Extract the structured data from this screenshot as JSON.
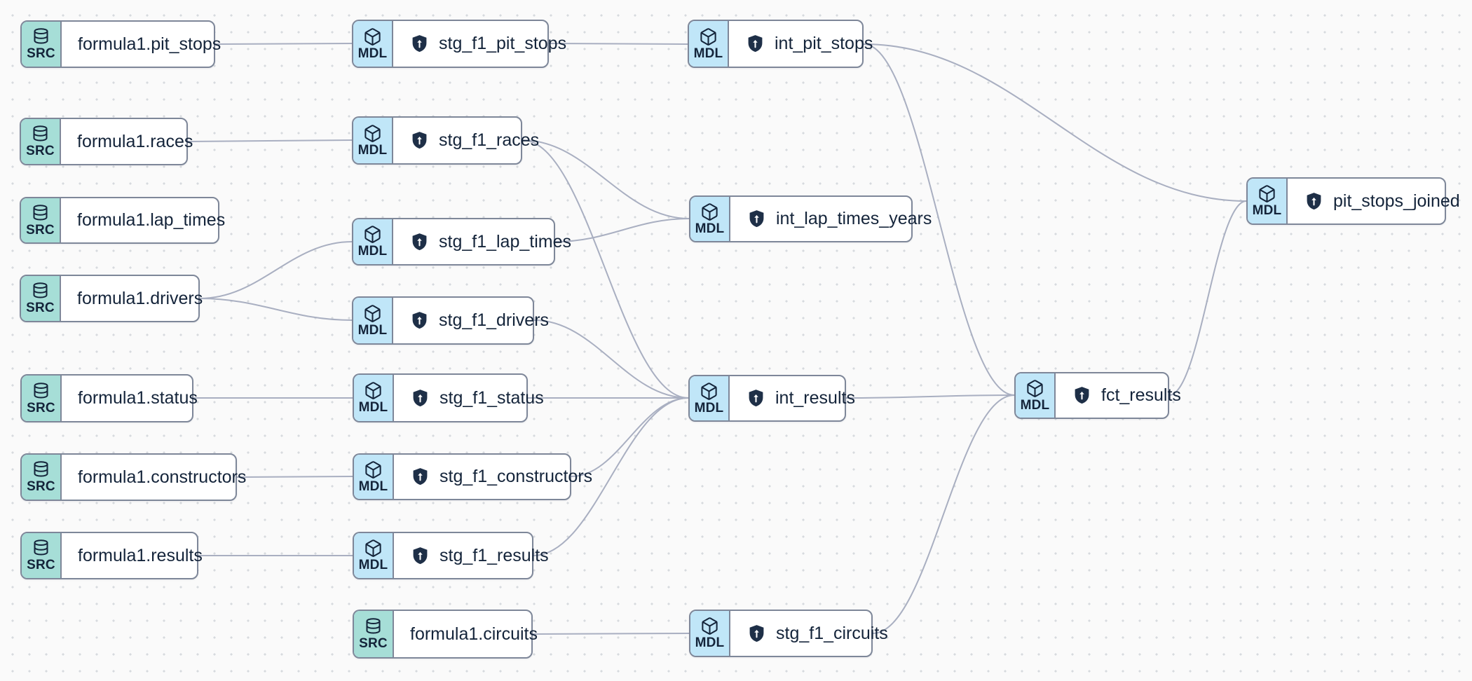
{
  "canvas": {
    "background_color": "#fafafa",
    "dot_color": "#d7dade",
    "edge_color": "#a9afc1",
    "node_border_color": "#7e8799",
    "source_accent_color": "#a6ded7",
    "model_accent_color": "#c0e6f8",
    "text_color": "#14243a"
  },
  "badges": {
    "source": "SRC",
    "model": "MDL"
  },
  "nodes": [
    {
      "id": "formula1.pit_stops",
      "type": "source",
      "badge": "SRC",
      "label": "formula1.pit_stops"
    },
    {
      "id": "stg_f1_pit_stops",
      "type": "model",
      "badge": "MDL",
      "label": "stg_f1_pit_stops"
    },
    {
      "id": "int_pit_stops",
      "type": "model",
      "badge": "MDL",
      "label": "int_pit_stops"
    },
    {
      "id": "pit_stops_joined",
      "type": "model",
      "badge": "MDL",
      "label": "pit_stops_joined"
    },
    {
      "id": "formula1.races",
      "type": "source",
      "badge": "SRC",
      "label": "formula1.races"
    },
    {
      "id": "stg_f1_races",
      "type": "model",
      "badge": "MDL",
      "label": "stg_f1_races"
    },
    {
      "id": "formula1.lap_times",
      "type": "source",
      "badge": "SRC",
      "label": "formula1.lap_times"
    },
    {
      "id": "stg_f1_lap_times",
      "type": "model",
      "badge": "MDL",
      "label": "stg_f1_lap_times"
    },
    {
      "id": "int_lap_times_years",
      "type": "model",
      "badge": "MDL",
      "label": "int_lap_times_years"
    },
    {
      "id": "formula1.drivers",
      "type": "source",
      "badge": "SRC",
      "label": "formula1.drivers"
    },
    {
      "id": "stg_f1_drivers",
      "type": "model",
      "badge": "MDL",
      "label": "stg_f1_drivers"
    },
    {
      "id": "formula1.status",
      "type": "source",
      "badge": "SRC",
      "label": "formula1.status"
    },
    {
      "id": "stg_f1_status",
      "type": "model",
      "badge": "MDL",
      "label": "stg_f1_status"
    },
    {
      "id": "int_results",
      "type": "model",
      "badge": "MDL",
      "label": "int_results"
    },
    {
      "id": "fct_results",
      "type": "model",
      "badge": "MDL",
      "label": "fct_results"
    },
    {
      "id": "formula1.constructors",
      "type": "source",
      "badge": "SRC",
      "label": "formula1.constructors"
    },
    {
      "id": "stg_f1_constructors",
      "type": "model",
      "badge": "MDL",
      "label": "stg_f1_constructors"
    },
    {
      "id": "formula1.results",
      "type": "source",
      "badge": "SRC",
      "label": "formula1.results"
    },
    {
      "id": "stg_f1_results",
      "type": "model",
      "badge": "MDL",
      "label": "stg_f1_results"
    },
    {
      "id": "formula1.circuits",
      "type": "source",
      "badge": "SRC",
      "label": "formula1.circuits"
    },
    {
      "id": "stg_f1_circuits",
      "type": "model",
      "badge": "MDL",
      "label": "stg_f1_circuits"
    }
  ],
  "edges": [
    {
      "from": "formula1.pit_stops",
      "to": "stg_f1_pit_stops"
    },
    {
      "from": "stg_f1_pit_stops",
      "to": "int_pit_stops"
    },
    {
      "from": "int_pit_stops",
      "to": "pit_stops_joined"
    },
    {
      "from": "int_pit_stops",
      "to": "fct_results"
    },
    {
      "from": "formula1.races",
      "to": "stg_f1_races"
    },
    {
      "from": "stg_f1_races",
      "to": "int_lap_times_years"
    },
    {
      "from": "stg_f1_races",
      "to": "int_results"
    },
    {
      "from": "stg_f1_lap_times",
      "to": "int_lap_times_years"
    },
    {
      "from": "formula1.drivers",
      "to": "stg_f1_lap_times"
    },
    {
      "from": "formula1.drivers",
      "to": "stg_f1_drivers"
    },
    {
      "from": "stg_f1_drivers",
      "to": "int_results"
    },
    {
      "from": "formula1.status",
      "to": "stg_f1_status"
    },
    {
      "from": "stg_f1_status",
      "to": "int_results"
    },
    {
      "from": "formula1.constructors",
      "to": "stg_f1_constructors"
    },
    {
      "from": "stg_f1_constructors",
      "to": "int_results"
    },
    {
      "from": "formula1.results",
      "to": "stg_f1_results"
    },
    {
      "from": "stg_f1_results",
      "to": "int_results"
    },
    {
      "from": "int_results",
      "to": "fct_results"
    },
    {
      "from": "formula1.circuits",
      "to": "stg_f1_circuits"
    },
    {
      "from": "stg_f1_circuits",
      "to": "fct_results"
    },
    {
      "from": "fct_results",
      "to": "pit_stops_joined"
    }
  ]
}
